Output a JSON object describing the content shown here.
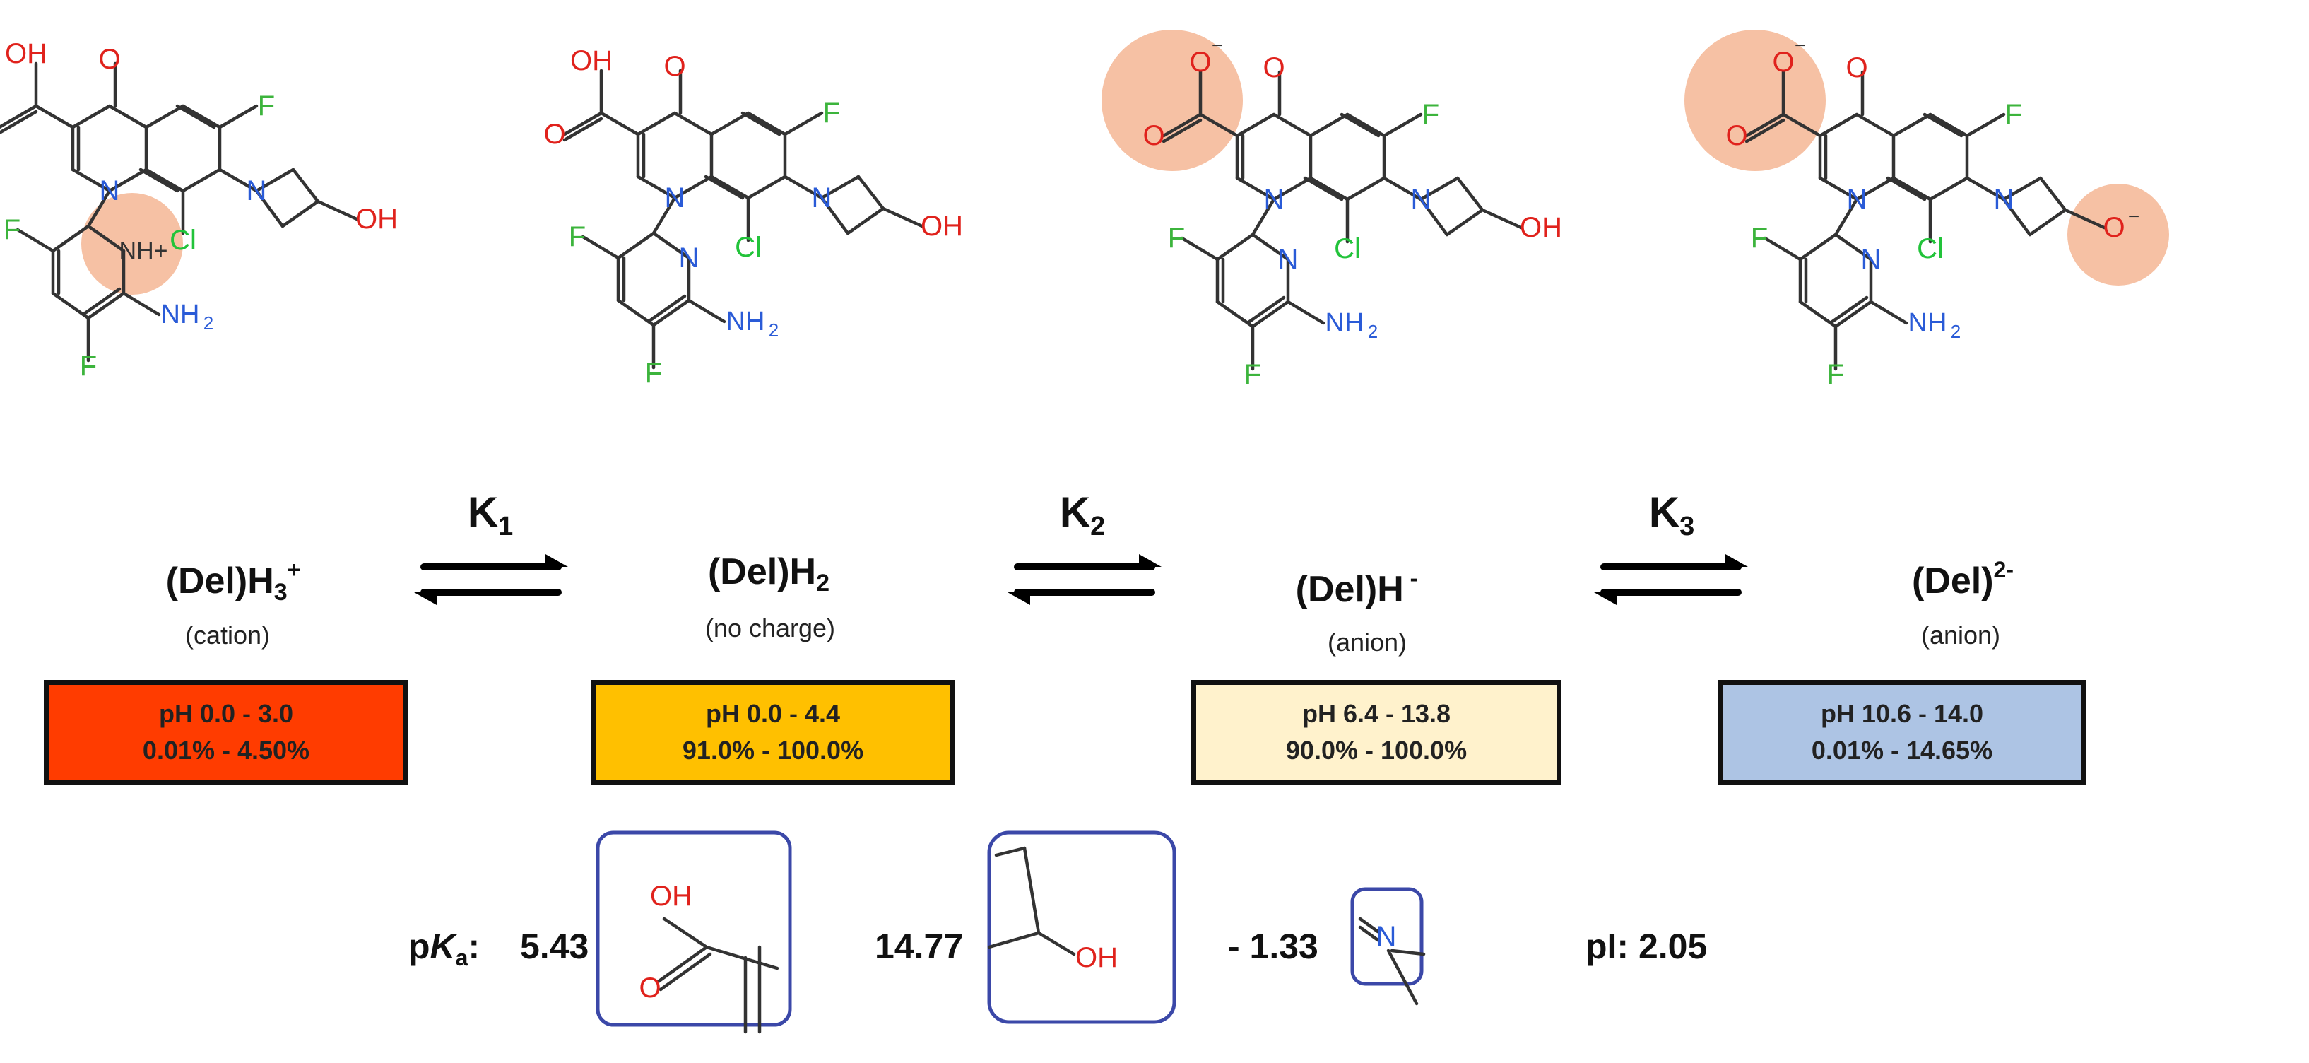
{
  "colors": {
    "atom_O": "#e0221c",
    "atom_N": "#2a5bd7",
    "atom_F": "#3cb43c",
    "atom_Cl": "#22c33a",
    "bond": "#333333",
    "ionization_highlight": "#f6c1a4",
    "group_box": "#3b48a8",
    "cation_box": "#ff3c00",
    "neutral_box": "#ffc000",
    "anion1_box": "#fff2cc",
    "anion2_box": "#adc4e4"
  },
  "atoms": {
    "O": "O",
    "OH": "OH",
    "N": "N",
    "F": "F",
    "Cl": "Cl",
    "NH2": "NH",
    "NH2_sub": "2",
    "NHplus": "NH+",
    "minus": "−"
  },
  "species": [
    {
      "name": "(Del)H",
      "sub": "3",
      "sup": "+",
      "charge_label": "(cation)",
      "ph_range": "pH 0.0 - 3.0",
      "percent_range": "0.01% - 4.50%",
      "box_color": "#ff3c00"
    },
    {
      "name": "(Del)H",
      "sub": "2",
      "sup": "",
      "charge_label": "(no charge)",
      "ph_range": "pH 0.0 - 4.4",
      "percent_range": "91.0% - 100.0%",
      "box_color": "#ffc000"
    },
    {
      "name": "(Del)H",
      "sub": "",
      "sup": " -",
      "charge_label": "(anion)",
      "ph_range": "pH 6.4 - 13.8",
      "percent_range": "90.0% - 100.0%",
      "box_color": "#fff2cc"
    },
    {
      "name": "(Del)",
      "sub": "",
      "sup": "2-",
      "charge_label": "(anion)",
      "ph_range": "pH 10.6 - 14.0",
      "percent_range": "0.01% - 14.65%",
      "box_color": "#adc4e4"
    }
  ],
  "equilibria": [
    {
      "label": "K",
      "sub": "1"
    },
    {
      "label": "K",
      "sub": "2"
    },
    {
      "label": "K",
      "sub": "3"
    }
  ],
  "pka": {
    "label_p": "p",
    "label_K": "K",
    "label_sub": "a",
    "label_colon": ":",
    "values": [
      "5.43",
      "14.77",
      "- 1.33"
    ],
    "pi_label": "pI: 2.05"
  }
}
